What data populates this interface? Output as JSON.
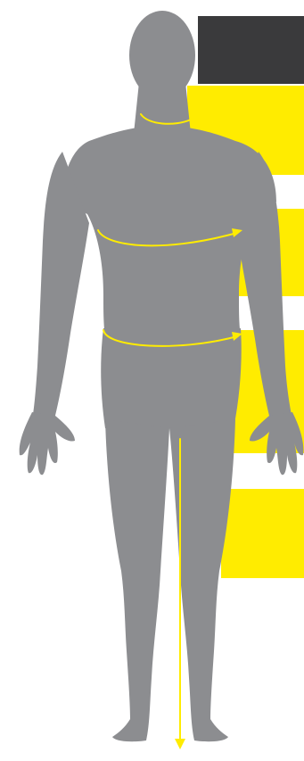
{
  "colors": {
    "background": "#ffffff",
    "silhouette": "#8c8d90",
    "header_bar": "#3a3a3c",
    "highlight": "#ffec00",
    "measure_line": "#ffec00"
  },
  "figure": {
    "name": "male-body-silhouette",
    "view": "front"
  },
  "measurements": [
    {
      "id": "neck",
      "kind": "loop"
    },
    {
      "id": "chest",
      "kind": "loop"
    },
    {
      "id": "waist",
      "kind": "loop"
    },
    {
      "id": "inseam",
      "kind": "vertical-arrow"
    }
  ],
  "panels": [
    {
      "id": "header",
      "color_key": "header_bar"
    },
    {
      "id": "neck-panel",
      "color_key": "highlight"
    },
    {
      "id": "chest-panel",
      "color_key": "highlight"
    },
    {
      "id": "waist-panel",
      "color_key": "highlight"
    },
    {
      "id": "inseam-panel",
      "color_key": "highlight"
    }
  ]
}
